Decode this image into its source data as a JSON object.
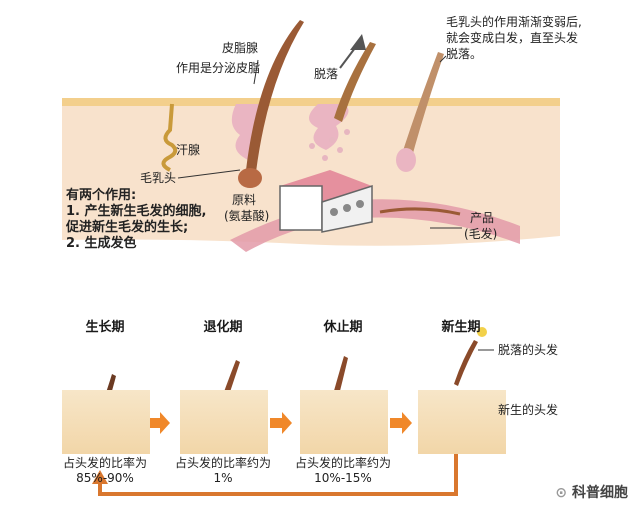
{
  "top": {
    "sebaceous_gland": "皮脂腺",
    "sebaceous_function": "作用是分泌皮脂",
    "shedding": "脱落",
    "papilla_note_lines": [
      "毛乳头的作用渐渐变弱后,",
      "就会变成白发，直至头发",
      "脱落。"
    ],
    "sweat_gland": "汗腺",
    "dermal_papilla": "毛乳头",
    "functions_title": "有两个作用:",
    "function_lines": [
      "1. 产生新生毛发的细胞,",
      "   促进新生毛发的生长;",
      "2. 生成发色"
    ],
    "raw_material_lines": [
      "原料",
      "(氨基酸)"
    ],
    "product_lines": [
      "产品",
      "(毛发)"
    ]
  },
  "cycle": {
    "stages": [
      {
        "title": "生长期",
        "ratio_lines": [
          "占头发的比率为",
          "85%-90%"
        ]
      },
      {
        "title": "退化期",
        "ratio_lines": [
          "占头发的比率约为",
          "1%"
        ]
      },
      {
        "title": "休止期",
        "ratio_lines": [
          "占头发的比率约为",
          "10%-15%"
        ]
      },
      {
        "title": "新生期",
        "ratio_lines": []
      }
    ],
    "shed_hair": "脱落的头发",
    "new_hair": "新生的头发"
  },
  "watermark": "科普细胞",
  "colors": {
    "skin": "#f6dcc0",
    "epidermis": "#f3d08e",
    "hair": "#8a4a2a",
    "arrow": "#f0882a",
    "loop": "#d9772e",
    "gland": "#e8b0c0",
    "factory": "#d98b9a"
  }
}
